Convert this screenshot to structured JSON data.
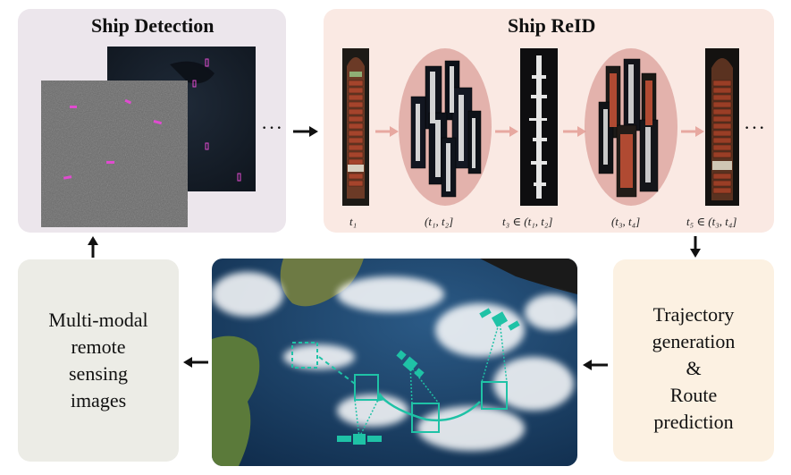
{
  "detection": {
    "title": "Ship Detection",
    "ellipsis": "···"
  },
  "reid": {
    "title": "Ship ReID",
    "labels": [
      "t₁",
      "(t₁, t₂]",
      "t₃ ∈ (t₁, t₂]",
      "(t₃, t₄]",
      "t₅ ∈ (t₃, t₄]"
    ],
    "ellipsis": "···"
  },
  "multimodal": {
    "lines": [
      "Multi-modal",
      "remote",
      "sensing",
      "images"
    ]
  },
  "trajectory": {
    "lines": [
      "Trajectory",
      "generation",
      "&",
      "Route",
      "prediction"
    ]
  },
  "colors": {
    "accent": "#1fc2a6",
    "detection_bg": "#ece6ec",
    "reid_bg": "#fae9e3",
    "multimodal_bg": "#ecece6",
    "trajectory_bg": "#fcf1e2",
    "reid_arrow": "#e7a8a0",
    "detection_box": "#e04bd0"
  }
}
